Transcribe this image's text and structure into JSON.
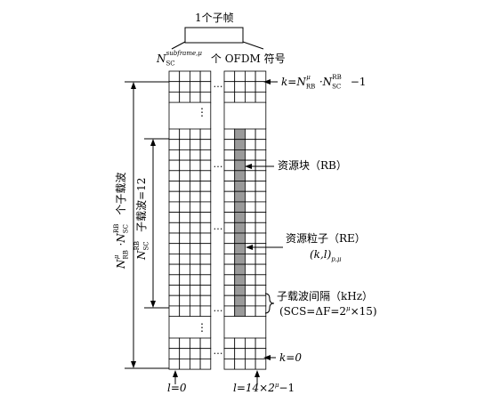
{
  "labels": {
    "subframe": "1个子帧",
    "ofdm_prefix_n": "N",
    "ofdm_sup": "subframe,μ",
    "ofdm_sub": "SC",
    "ofdm_suffix": "个 OFDM 符号",
    "k_top": "k=N",
    "k_top_sup1": "μ",
    "k_top_sub1": "RB",
    "k_top_mid": "·N",
    "k_top_sup2": "RB",
    "k_top_sub2": "SC",
    "k_top_end": "−1",
    "k_zero": "k=0",
    "rb": "资源块（RB）",
    "re": "资源粒子（RE）",
    "re_index": "(k,l)",
    "re_index_sub": "p,μ",
    "scs_title": "子载波间隔（kHz）",
    "scs_formula": "(SCS=ΔF=2",
    "scs_formula_sup": "μ",
    "scs_formula_end": "×15)",
    "left_total_n": "N",
    "left_total_sup1": "μ",
    "left_total_sub1": "RB",
    "left_total_mid": "·N",
    "left_total_sup2": "RB",
    "left_total_sub2": "SC",
    "left_total_text": "个子载波",
    "inner_n": "N",
    "inner_sup": "RB",
    "inner_sub": "SC",
    "inner_text": "子载波=12",
    "l_zero": "l=0",
    "l_end": "l=14×2",
    "l_end_sup": "μ",
    "l_end_tail": "−1",
    "dots": "…",
    "vdots": "⋮"
  },
  "colors": {
    "rb_fill": "#9a9a9a",
    "line": "#000000"
  }
}
